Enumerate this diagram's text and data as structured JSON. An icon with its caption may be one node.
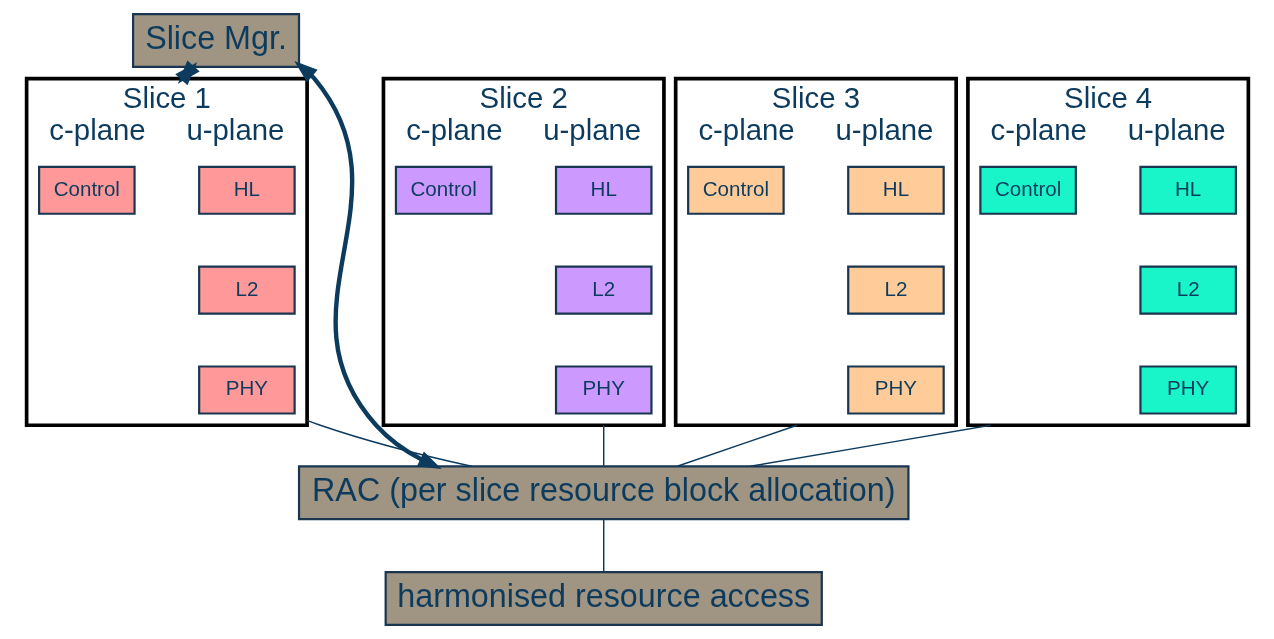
{
  "diagram": {
    "nodes": [
      {
        "text": [
          "Slice Mgr."
        ]
      },
      {
        "text": [
          "Slice 1",
          "c-plane",
          "u-plane"
        ]
      },
      {
        "text": [
          "Control"
        ],
        "in": 1
      },
      {
        "text": [
          "HL"
        ],
        "in": 1
      },
      {
        "text": [
          "L2"
        ],
        "in": 1
      },
      {
        "text": [
          "PHY"
        ],
        "in": 1
      },
      {
        "text": [
          "Slice 2",
          "c-plane",
          "u-plane"
        ]
      },
      {
        "text": [
          "Control"
        ],
        "in": 6
      },
      {
        "text": [
          "HL"
        ],
        "in": 6
      },
      {
        "text": [
          "L2"
        ],
        "in": 6
      },
      {
        "text": [
          "PHY"
        ],
        "in": 6
      },
      {
        "text": [
          "Slice 3",
          "c-plane",
          "u-plane"
        ]
      },
      {
        "text": [
          "Control"
        ],
        "in": 11
      },
      {
        "text": [
          "HL"
        ],
        "in": 11
      },
      {
        "text": [
          "L2"
        ],
        "in": 11
      },
      {
        "text": [
          "PHY"
        ],
        "in": 11
      },
      {
        "text": [
          "Slice 4",
          "c-plane",
          "u-plane"
        ]
      },
      {
        "text": [
          "Control"
        ],
        "in": 16
      },
      {
        "text": [
          "HL"
        ],
        "in": 16
      },
      {
        "text": [
          "L2"
        ],
        "in": 16
      },
      {
        "text": [
          "PHY"
        ],
        "in": 16
      },
      {
        "text": [
          "RAC (per slice resource block allocation)"
        ]
      },
      {
        "text": [
          "harmonised resource access"
        ]
      }
    ],
    "edges": [
      {
        "from": 0,
        "to": 1,
        "arrow": "both",
        "style": "thick"
      },
      {
        "from": 0,
        "to": 21,
        "arrow": "both",
        "style": "thick"
      },
      {
        "from": 1,
        "to": 21,
        "arrow": "none"
      },
      {
        "from": 6,
        "to": 21,
        "arrow": "none"
      },
      {
        "from": 11,
        "to": 21,
        "arrow": "none"
      },
      {
        "from": 16,
        "to": 21,
        "arrow": "none"
      },
      {
        "from": 21,
        "to": 22,
        "arrow": "none"
      }
    ]
  }
}
